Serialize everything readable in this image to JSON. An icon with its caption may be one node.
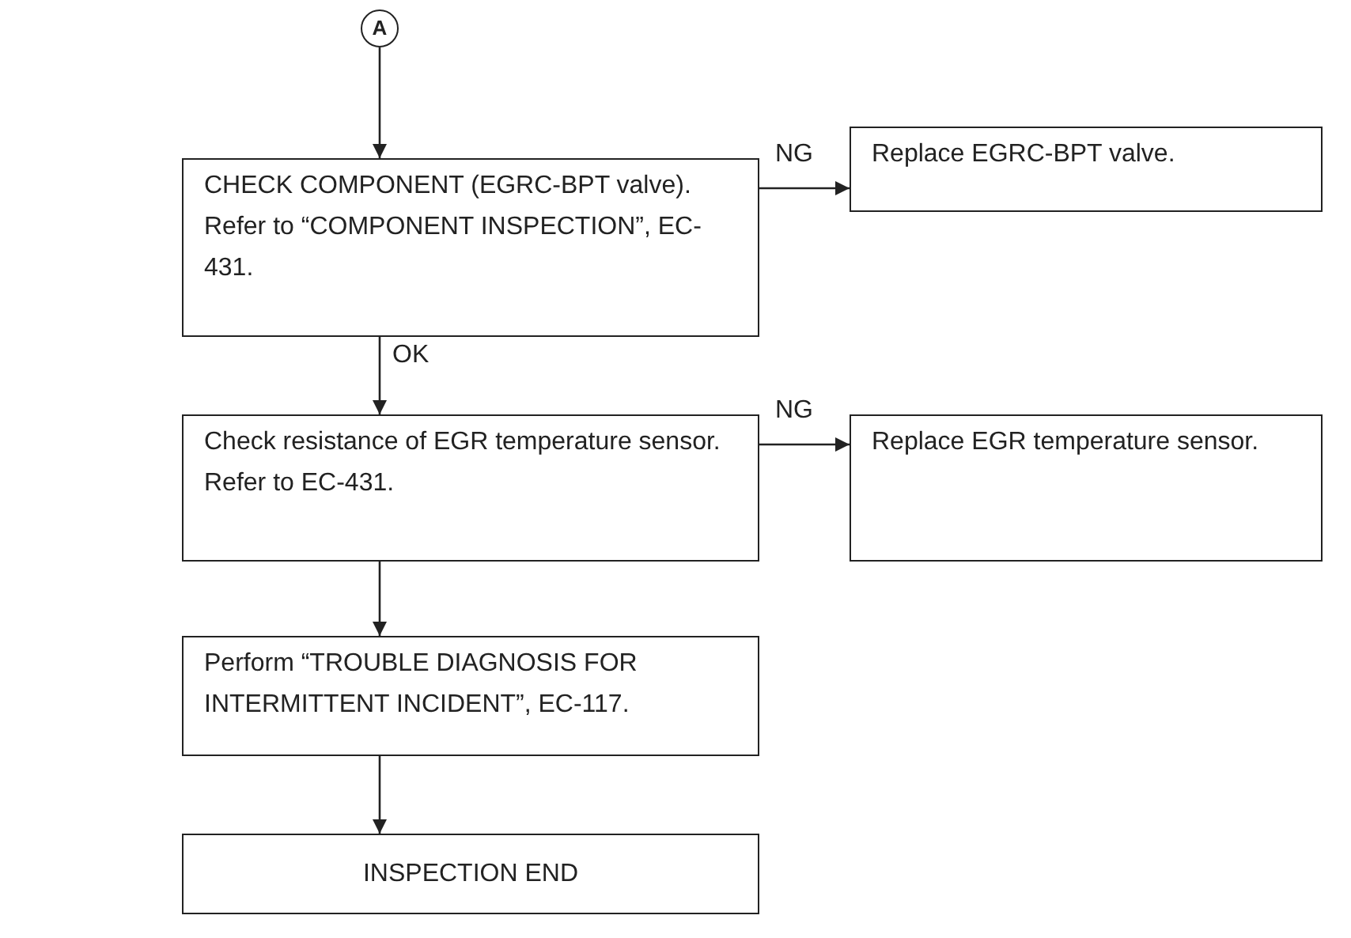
{
  "diagram": {
    "nodes": [
      {
        "text": [
          "A"
        ]
      },
      {
        "text": [
          "CHECK COMPONENT (EGRC-BPT valve). Refer to “COMPONENT INSPECTION”, EC-431."
        ]
      },
      {
        "text": [
          "Replace EGRC-BPT valve."
        ]
      },
      {
        "text": [
          "Check resistance of EGR temperature sensor. Refer to EC-431."
        ]
      },
      {
        "text": [
          "Replace EGR temperature sensor."
        ]
      },
      {
        "text": [
          "Perform “TROUBLE DIAGNOSIS FOR INTERMITTENT INCIDENT”, EC-117."
        ]
      },
      {
        "text": [
          "INSPECTION END"
        ]
      }
    ],
    "edges": [
      {
        "from": 0,
        "to": 1,
        "arrow": "to"
      },
      {
        "from": 1,
        "to": 2,
        "arrow": "to",
        "label": "NG"
      },
      {
        "from": 1,
        "to": 3,
        "arrow": "to",
        "label": "OK"
      },
      {
        "from": 3,
        "to": 4,
        "arrow": "to",
        "label": "NG"
      },
      {
        "from": 3,
        "to": 5,
        "arrow": "to"
      },
      {
        "from": 5,
        "to": 6,
        "arrow": "to"
      }
    ]
  }
}
